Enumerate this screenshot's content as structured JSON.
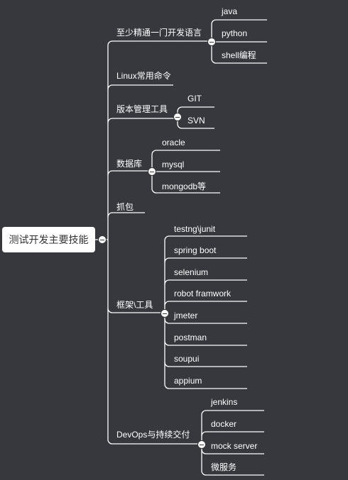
{
  "root": {
    "label": "测试开发主要技能"
  },
  "branches": [
    {
      "label": "至少精通一门开发语言",
      "children": [
        "java",
        "python",
        "shell编程"
      ]
    },
    {
      "label": "Linux常用命令",
      "children": []
    },
    {
      "label": "版本管理工具",
      "children": [
        "GIT",
        "SVN"
      ]
    },
    {
      "label": "数据库",
      "children": [
        "oracle",
        "mysql",
        "mongodb等"
      ]
    },
    {
      "label": "抓包",
      "children": []
    },
    {
      "label": "框架\\工具",
      "children": [
        "testng\\junit",
        "spring boot",
        "selenium",
        "robot framwork",
        "jmeter",
        "postman",
        "soupui",
        "appium"
      ]
    },
    {
      "label": "DevOps与持续交付",
      "children": [
        "jenkins",
        "docker",
        "mock server",
        "微服务"
      ]
    }
  ],
  "colors": {
    "background": "#36383d",
    "line": "#ffffff",
    "root_fill": "#ffffff",
    "root_text": "#333333"
  },
  "icons": {
    "collapse_toggle": "minus-circle-icon"
  }
}
